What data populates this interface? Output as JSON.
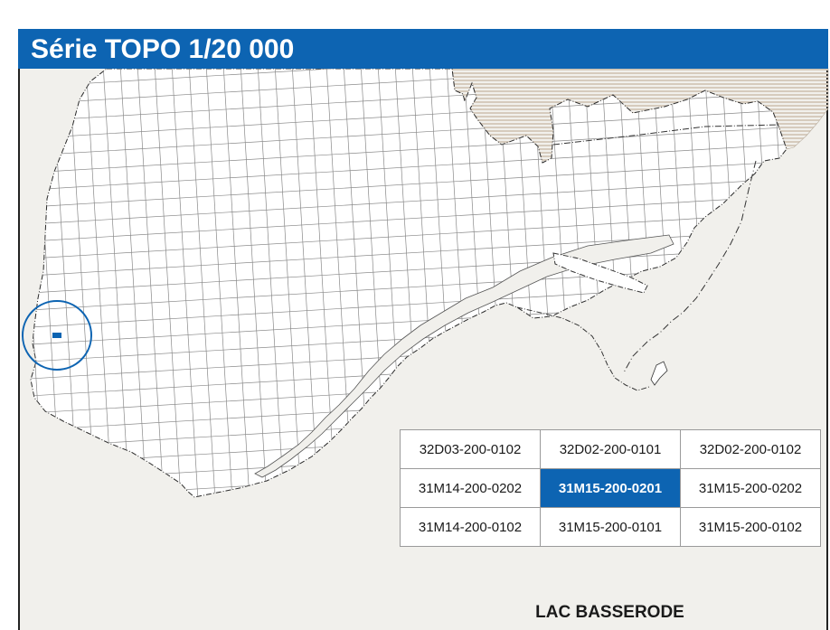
{
  "header": {
    "title": "Série TOPO 1/20 000"
  },
  "sheet_index": {
    "rows": [
      [
        "32D03-200-0102",
        "32D02-200-0101",
        "32D02-200-0102"
      ],
      [
        "31M14-200-0202",
        "31M15-200-0201",
        "31M15-200-0202"
      ],
      [
        "31M14-200-0102",
        "31M15-200-0101",
        "31M15-200-0102"
      ]
    ],
    "selected": "31M15-200-0201"
  },
  "sheet_name": "LAC BASSERODE",
  "colors": {
    "accent": "#0d64b2",
    "land": "#ffffff",
    "water": "#f1f0ec",
    "labrador_shading": "#d6cbbd",
    "grid_lines": "#8a8a8a"
  },
  "icons": [
    "location-circle-icon",
    "selected-sheet-marker-icon"
  ]
}
